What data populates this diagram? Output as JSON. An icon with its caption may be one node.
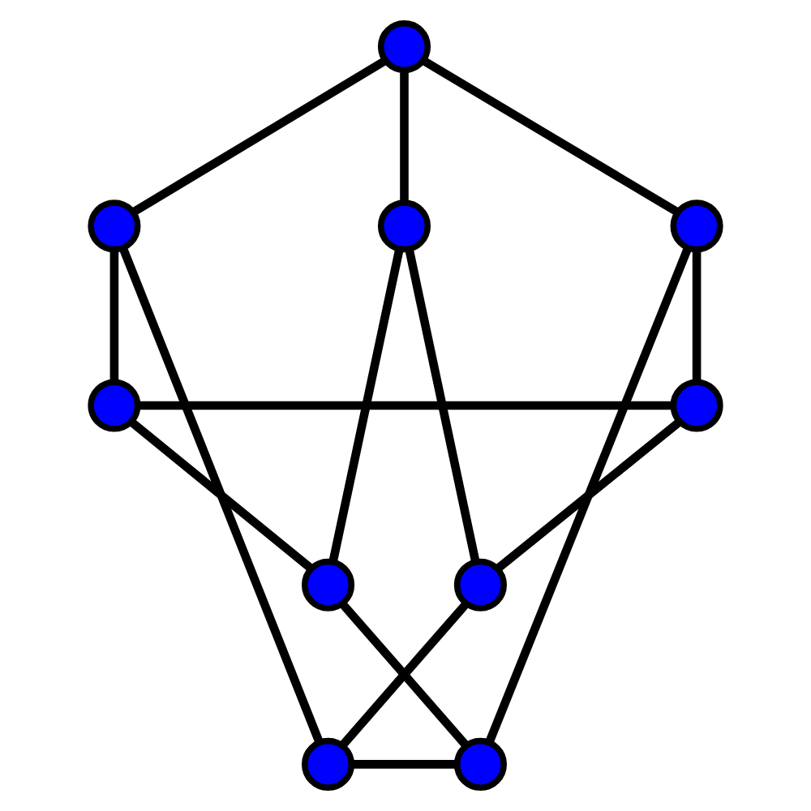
{
  "diagram": {
    "nodes": [
      {
        "text": [],
        "shape": "circle"
      },
      {
        "text": [],
        "shape": "circle"
      },
      {
        "text": [],
        "shape": "circle"
      },
      {
        "text": [],
        "shape": "circle"
      },
      {
        "text": [],
        "shape": "circle"
      },
      {
        "text": [],
        "shape": "circle"
      },
      {
        "text": [],
        "shape": "circle"
      },
      {
        "text": [],
        "shape": "circle"
      },
      {
        "text": [],
        "shape": "circle"
      },
      {
        "text": [],
        "shape": "circle"
      }
    ],
    "edges": [
      {
        "from": 0,
        "to": 4,
        "arrow": "none"
      },
      {
        "from": 0,
        "to": 5,
        "arrow": "none"
      },
      {
        "from": 0,
        "to": 1,
        "arrow": "none"
      },
      {
        "from": 4,
        "to": 3,
        "arrow": "none"
      },
      {
        "from": 4,
        "to": 9,
        "arrow": "none"
      },
      {
        "from": 5,
        "to": 8,
        "arrow": "none"
      },
      {
        "from": 5,
        "to": 7,
        "arrow": "none"
      },
      {
        "from": 1,
        "to": 6,
        "arrow": "none"
      },
      {
        "from": 1,
        "to": 2,
        "arrow": "none"
      },
      {
        "from": 9,
        "to": 6,
        "arrow": "none"
      },
      {
        "from": 9,
        "to": 7,
        "arrow": "none"
      },
      {
        "from": 6,
        "to": 8,
        "arrow": "none"
      },
      {
        "from": 8,
        "to": 3,
        "arrow": "none"
      },
      {
        "from": 7,
        "to": 2,
        "arrow": "none"
      },
      {
        "from": 3,
        "to": 2,
        "arrow": "none"
      }
    ]
  }
}
